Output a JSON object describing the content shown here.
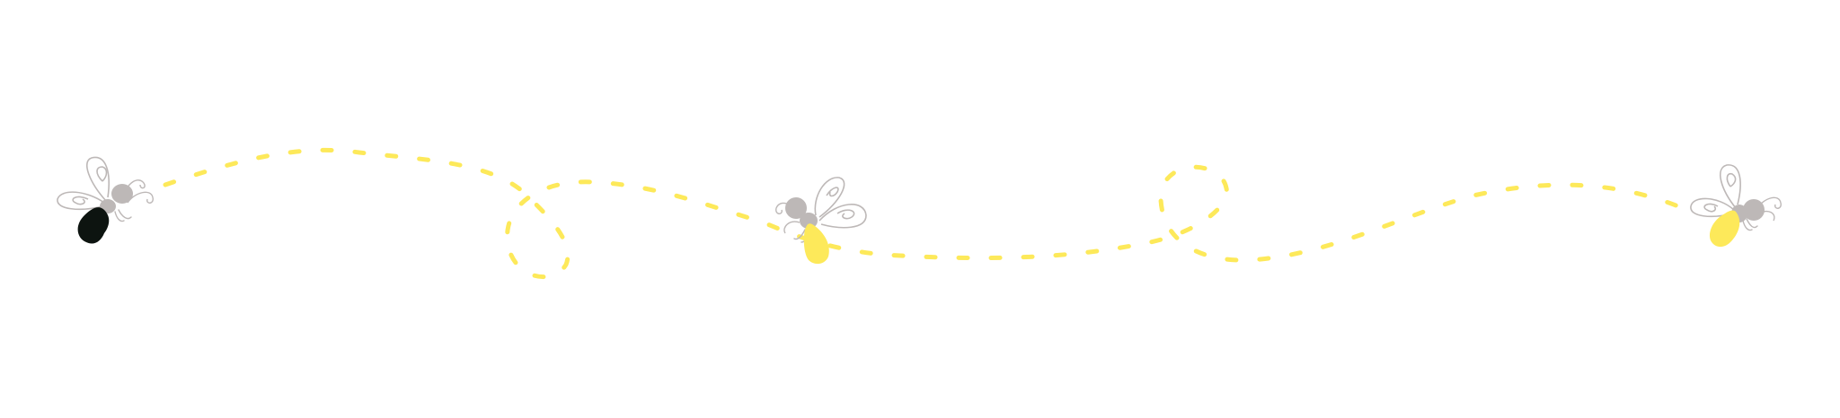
{
  "colors": {
    "background": "#ffffff",
    "trail": "#fde95a",
    "lit_abdomen": "#fde95a",
    "unlit_abdomen": "#0d1410",
    "body": "#bdb8b7",
    "outline": "#bdb8b7"
  },
  "fireflies": [
    {
      "name": "firefly-unlit",
      "glow": "off"
    },
    {
      "name": "firefly-lit-middle",
      "glow": "on"
    },
    {
      "name": "firefly-lit-right",
      "glow": "on"
    }
  ]
}
